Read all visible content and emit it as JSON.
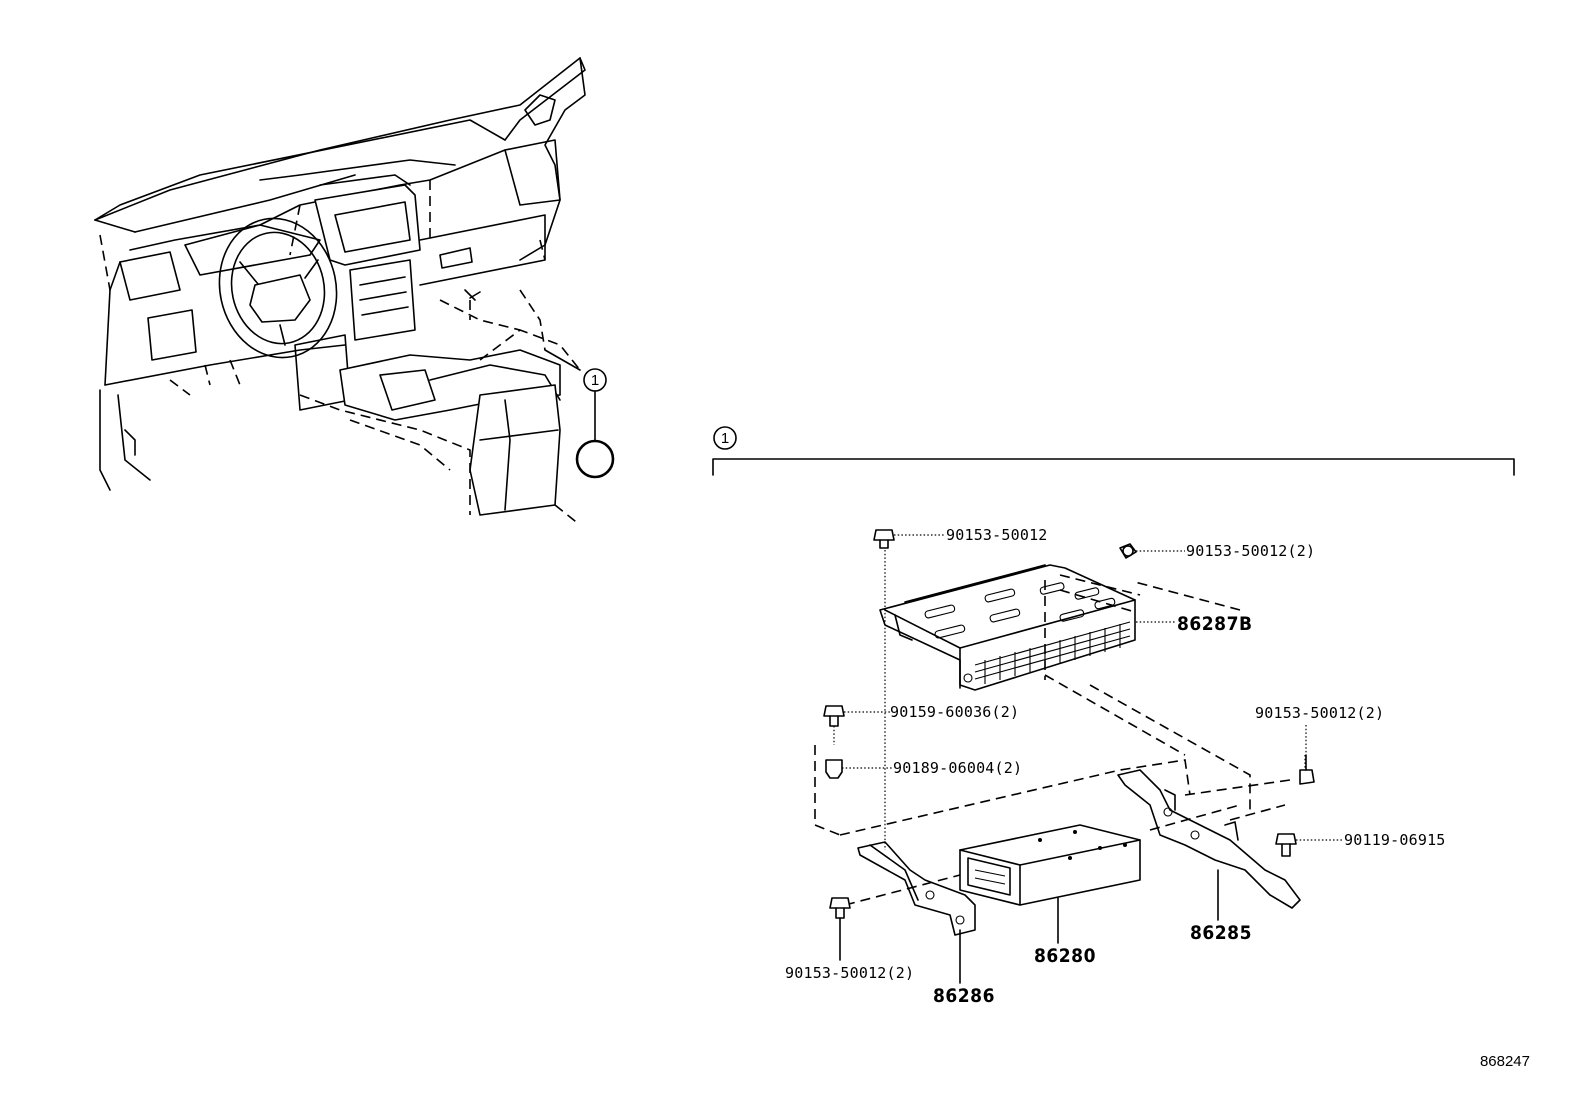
{
  "diagram": {
    "callout": {
      "symbol": "1"
    },
    "section_header": {
      "symbol": "1"
    },
    "parts": {
      "bolt_top_left": "90153-50012",
      "bolt_top_right": "90153-50012(2)",
      "cover": "86287B",
      "screw_left": "90159-60036(2)",
      "nut_left": "90189-06004(2)",
      "bolt_right_upper": "90153-50012(2)",
      "bolt_right_lower": "90119-06915",
      "bracket_right": "86285",
      "unit": "86280",
      "bolt_bottom_left": "90153-50012(2)",
      "bracket_left": "86286"
    },
    "reference_number": "868247"
  }
}
